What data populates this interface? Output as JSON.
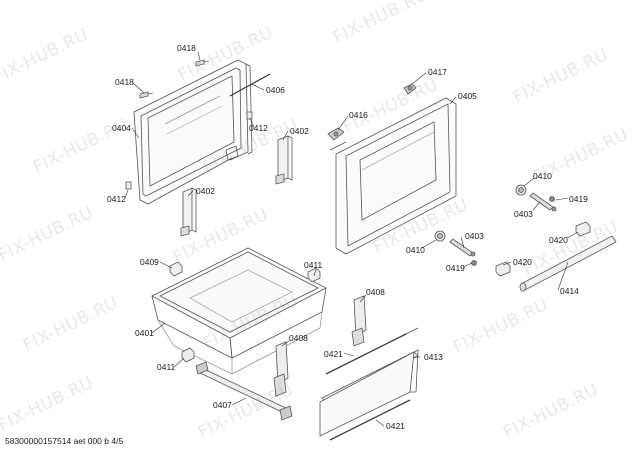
{
  "watermark": "FIX-HUB.RU",
  "footer": "58300000157514 aet 000 b 4/5",
  "labels": {
    "l0418a": "0418",
    "l0418b": "0418",
    "l0406": "0406",
    "l0404": "0404",
    "l0412a": "0412",
    "l0402a": "0402",
    "l0412b": "0412",
    "l0402b": "0402",
    "l0417": "0417",
    "l0405": "0405",
    "l0416": "0416",
    "l0410a": "0410",
    "l0419a": "0419",
    "l0403a": "0403",
    "l0420a": "0420",
    "l0410b": "0410",
    "l0403b": "0403",
    "l0419b": "0419",
    "l0420b": "0420",
    "l0414": "0414",
    "l0409": "0409",
    "l0411a": "0411",
    "l0408a": "0408",
    "l0401": "0401",
    "l0408b": "0408",
    "l0421a": "0421",
    "l0413": "0413",
    "l0411b": "0411",
    "l0407": "0407",
    "l0421b": "0421"
  }
}
